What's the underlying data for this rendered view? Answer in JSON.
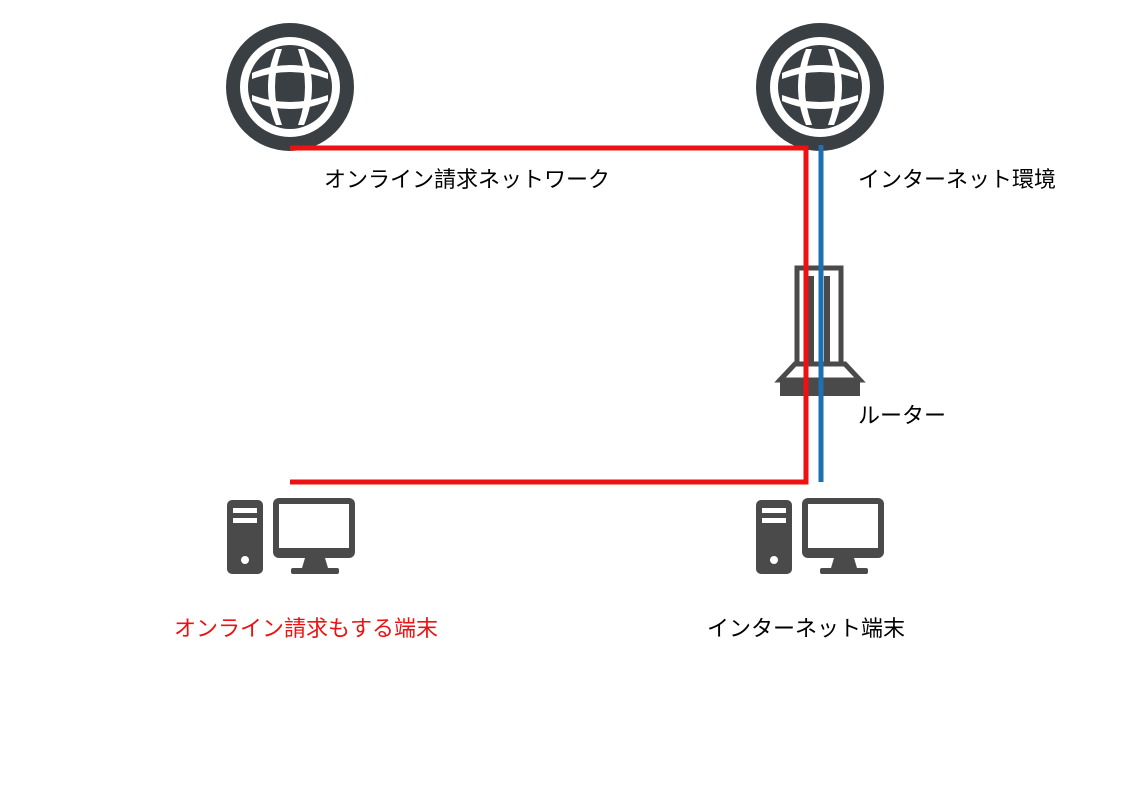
{
  "colors": {
    "icon": "#3a3f44",
    "device_icon": "#4a4a4a",
    "online_line": "#ee1111",
    "internet_line": "#1f6fb4",
    "online_label": "#ee1111",
    "default_label": "#000000"
  },
  "nodes": {
    "online_network": {
      "label": "オンライン請求ネットワーク",
      "icon": "globe-icon"
    },
    "internet_network": {
      "label": "インターネット環境",
      "icon": "globe-icon"
    },
    "router": {
      "label": "ルーター",
      "icon": "router-icon"
    },
    "online_terminal": {
      "label": "オンライン請求もする端末",
      "icon": "desktop-computer-icon"
    },
    "internet_terminal": {
      "label": "インターネット端末",
      "icon": "desktop-computer-icon"
    }
  }
}
